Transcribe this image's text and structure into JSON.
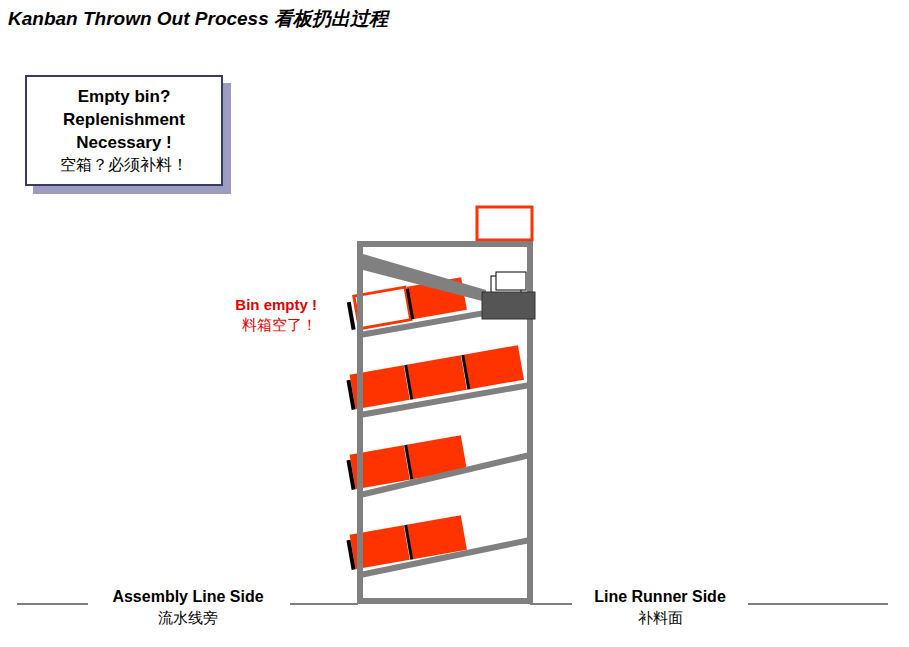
{
  "diagram": {
    "title": "Kanban Thrown Out Process 看板扔出过程",
    "nodes": [
      {
        "text": [
          "Empty bin? Replenishment Necessary !",
          "空箱？必须补料！"
        ]
      }
    ],
    "labels": [
      "Bin empty !",
      "料箱空了！",
      "Assembly Line Side",
      "流水线旁",
      "Line Runner Side",
      "补料面"
    ]
  }
}
